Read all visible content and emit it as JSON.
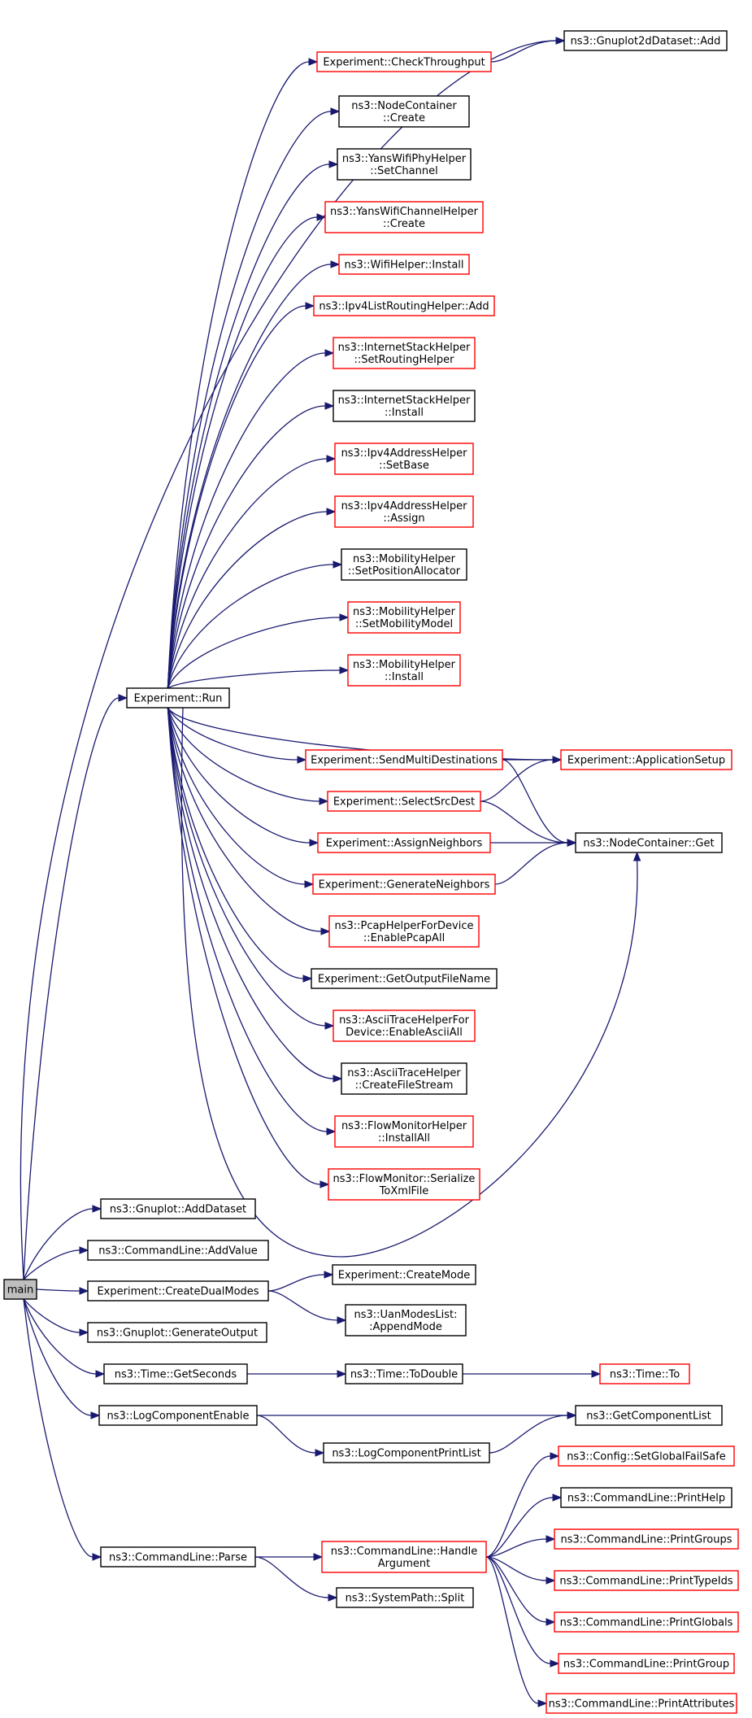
{
  "graph": {
    "nodes": [
      {
        "id": "main",
        "lines": [
          "main"
        ],
        "style": "root"
      },
      {
        "id": "run",
        "lines": [
          "Experiment::Run"
        ],
        "style": "black"
      },
      {
        "id": "addDataset",
        "lines": [
          "ns3::Gnuplot::AddDataset"
        ],
        "style": "black"
      },
      {
        "id": "addValue",
        "lines": [
          "ns3::CommandLine::AddValue"
        ],
        "style": "black"
      },
      {
        "id": "createDualModes",
        "lines": [
          "Experiment::CreateDualModes"
        ],
        "style": "black"
      },
      {
        "id": "generateOutput",
        "lines": [
          "ns3::Gnuplot::GenerateOutput"
        ],
        "style": "black"
      },
      {
        "id": "getSeconds",
        "lines": [
          "ns3::Time::GetSeconds"
        ],
        "style": "black"
      },
      {
        "id": "logComponentEnable",
        "lines": [
          "ns3::LogComponentEnable"
        ],
        "style": "black"
      },
      {
        "id": "parse",
        "lines": [
          "ns3::CommandLine::Parse"
        ],
        "style": "black"
      },
      {
        "id": "checkThroughput",
        "lines": [
          "Experiment::CheckThroughput"
        ],
        "style": "red"
      },
      {
        "id": "nodeContainerCreate",
        "lines": [
          "ns3::NodeContainer",
          "::Create"
        ],
        "style": "black"
      },
      {
        "id": "yansPhySetChannel",
        "lines": [
          "ns3::YansWifiPhyHelper",
          "::SetChannel"
        ],
        "style": "black"
      },
      {
        "id": "yansChannelCreate",
        "lines": [
          "ns3::YansWifiChannelHelper",
          "::Create"
        ],
        "style": "red"
      },
      {
        "id": "wifiInstall",
        "lines": [
          "ns3::WifiHelper::Install"
        ],
        "style": "red"
      },
      {
        "id": "ipv4ListAdd",
        "lines": [
          "ns3::Ipv4ListRoutingHelper::Add"
        ],
        "style": "red"
      },
      {
        "id": "inetSetRouting",
        "lines": [
          "ns3::InternetStackHelper",
          "::SetRoutingHelper"
        ],
        "style": "red"
      },
      {
        "id": "inetInstall",
        "lines": [
          "ns3::InternetStackHelper",
          "::Install"
        ],
        "style": "black"
      },
      {
        "id": "ipv4SetBase",
        "lines": [
          "ns3::Ipv4AddressHelper",
          "::SetBase"
        ],
        "style": "red"
      },
      {
        "id": "ipv4Assign",
        "lines": [
          "ns3::Ipv4AddressHelper",
          "::Assign"
        ],
        "style": "red"
      },
      {
        "id": "mobSetPos",
        "lines": [
          "ns3::MobilityHelper",
          "::SetPositionAllocator"
        ],
        "style": "black"
      },
      {
        "id": "mobSetModel",
        "lines": [
          "ns3::MobilityHelper",
          "::SetMobilityModel"
        ],
        "style": "red"
      },
      {
        "id": "mobInstall",
        "lines": [
          "ns3::MobilityHelper",
          "::Install"
        ],
        "style": "red"
      },
      {
        "id": "sendMulti",
        "lines": [
          "Experiment::SendMultiDestinations"
        ],
        "style": "red"
      },
      {
        "id": "selectSrcDest",
        "lines": [
          "Experiment::SelectSrcDest"
        ],
        "style": "red"
      },
      {
        "id": "assignNeighbors",
        "lines": [
          "Experiment::AssignNeighbors"
        ],
        "style": "red"
      },
      {
        "id": "generateNeighbors",
        "lines": [
          "Experiment::GenerateNeighbors"
        ],
        "style": "red"
      },
      {
        "id": "pcapEnable",
        "lines": [
          "ns3::PcapHelperForDevice",
          "::EnablePcapAll"
        ],
        "style": "red"
      },
      {
        "id": "getOutputFileName",
        "lines": [
          "Experiment::GetOutputFileName"
        ],
        "style": "black"
      },
      {
        "id": "asciiEnable",
        "lines": [
          "ns3::AsciiTraceHelperFor",
          "Device::EnableAsciiAll"
        ],
        "style": "red"
      },
      {
        "id": "asciiCreateFileStream",
        "lines": [
          "ns3::AsciiTraceHelper",
          "::CreateFileStream"
        ],
        "style": "black"
      },
      {
        "id": "flowInstallAll",
        "lines": [
          "ns3::FlowMonitorHelper",
          "::InstallAll"
        ],
        "style": "red"
      },
      {
        "id": "flowSerialize",
        "lines": [
          "ns3::FlowMonitor::Serialize",
          "ToXmlFile"
        ],
        "style": "red"
      },
      {
        "id": "gnuplot2dAdd",
        "lines": [
          "ns3::Gnuplot2dDataset::Add"
        ],
        "style": "black"
      },
      {
        "id": "appSetup",
        "lines": [
          "Experiment::ApplicationSetup"
        ],
        "style": "red"
      },
      {
        "id": "nodeContainerGet",
        "lines": [
          "ns3::NodeContainer::Get"
        ],
        "style": "black"
      },
      {
        "id": "createMode",
        "lines": [
          "Experiment::CreateMode"
        ],
        "style": "black"
      },
      {
        "id": "appendMode",
        "lines": [
          "ns3::UanModesList:",
          ":AppendMode"
        ],
        "style": "black"
      },
      {
        "id": "toDouble",
        "lines": [
          "ns3::Time::ToDouble"
        ],
        "style": "black"
      },
      {
        "id": "timeTo",
        "lines": [
          "ns3::Time::To"
        ],
        "style": "red"
      },
      {
        "id": "getComponentList",
        "lines": [
          "ns3::GetComponentList"
        ],
        "style": "black"
      },
      {
        "id": "logComponentPrintList",
        "lines": [
          "ns3::LogComponentPrintList"
        ],
        "style": "black"
      },
      {
        "id": "handleArgument",
        "lines": [
          "ns3::CommandLine::Handle",
          "Argument"
        ],
        "style": "red"
      },
      {
        "id": "split",
        "lines": [
          "ns3::SystemPath::Split"
        ],
        "style": "black"
      },
      {
        "id": "setGlobalFailSafe",
        "lines": [
          "ns3::Config::SetGlobalFailSafe"
        ],
        "style": "red"
      },
      {
        "id": "printHelp",
        "lines": [
          "ns3::CommandLine::PrintHelp"
        ],
        "style": "black"
      },
      {
        "id": "printGroups",
        "lines": [
          "ns3::CommandLine::PrintGroups"
        ],
        "style": "red"
      },
      {
        "id": "printTypeIds",
        "lines": [
          "ns3::CommandLine::PrintTypeIds"
        ],
        "style": "red"
      },
      {
        "id": "printGlobals",
        "lines": [
          "ns3::CommandLine::PrintGlobals"
        ],
        "style": "red"
      },
      {
        "id": "printGroup",
        "lines": [
          "ns3::CommandLine::PrintGroup"
        ],
        "style": "red"
      },
      {
        "id": "printAttributes",
        "lines": [
          "ns3::CommandLine::PrintAttributes"
        ],
        "style": "red"
      }
    ],
    "edges": [
      [
        "main",
        "run"
      ],
      [
        "main",
        "addDataset"
      ],
      [
        "main",
        "addValue"
      ],
      [
        "main",
        "createDualModes"
      ],
      [
        "main",
        "generateOutput"
      ],
      [
        "main",
        "getSeconds"
      ],
      [
        "main",
        "logComponentEnable"
      ],
      [
        "main",
        "parse"
      ],
      [
        "main",
        "gnuplot2dAdd"
      ],
      [
        "run",
        "checkThroughput"
      ],
      [
        "run",
        "nodeContainerCreate"
      ],
      [
        "run",
        "yansPhySetChannel"
      ],
      [
        "run",
        "yansChannelCreate"
      ],
      [
        "run",
        "wifiInstall"
      ],
      [
        "run",
        "ipv4ListAdd"
      ],
      [
        "run",
        "inetSetRouting"
      ],
      [
        "run",
        "inetInstall"
      ],
      [
        "run",
        "ipv4SetBase"
      ],
      [
        "run",
        "ipv4Assign"
      ],
      [
        "run",
        "mobSetPos"
      ],
      [
        "run",
        "mobSetModel"
      ],
      [
        "run",
        "mobInstall"
      ],
      [
        "run",
        "sendMulti"
      ],
      [
        "run",
        "appSetup"
      ],
      [
        "run",
        "selectSrcDest"
      ],
      [
        "run",
        "assignNeighbors"
      ],
      [
        "run",
        "generateNeighbors"
      ],
      [
        "run",
        "pcapEnable"
      ],
      [
        "run",
        "getOutputFileName"
      ],
      [
        "run",
        "asciiEnable"
      ],
      [
        "run",
        "asciiCreateFileStream"
      ],
      [
        "run",
        "flowInstallAll"
      ],
      [
        "run",
        "flowSerialize"
      ],
      [
        "run",
        "nodeContainerGet"
      ],
      [
        "checkThroughput",
        "gnuplot2dAdd"
      ],
      [
        "sendMulti",
        "appSetup"
      ],
      [
        "sendMulti",
        "nodeContainerGet"
      ],
      [
        "selectSrcDest",
        "appSetup"
      ],
      [
        "selectSrcDest",
        "nodeContainerGet"
      ],
      [
        "assignNeighbors",
        "nodeContainerGet"
      ],
      [
        "generateNeighbors",
        "nodeContainerGet"
      ],
      [
        "createDualModes",
        "createMode"
      ],
      [
        "createDualModes",
        "appendMode"
      ],
      [
        "getSeconds",
        "toDouble"
      ],
      [
        "toDouble",
        "timeTo"
      ],
      [
        "logComponentEnable",
        "getComponentList"
      ],
      [
        "logComponentEnable",
        "logComponentPrintList"
      ],
      [
        "logComponentPrintList",
        "getComponentList"
      ],
      [
        "parse",
        "handleArgument"
      ],
      [
        "parse",
        "split"
      ],
      [
        "handleArgument",
        "setGlobalFailSafe"
      ],
      [
        "handleArgument",
        "printHelp"
      ],
      [
        "handleArgument",
        "printGroups"
      ],
      [
        "handleArgument",
        "printTypeIds"
      ],
      [
        "handleArgument",
        "printGlobals"
      ],
      [
        "handleArgument",
        "printGroup"
      ],
      [
        "handleArgument",
        "printAttributes"
      ]
    ]
  }
}
